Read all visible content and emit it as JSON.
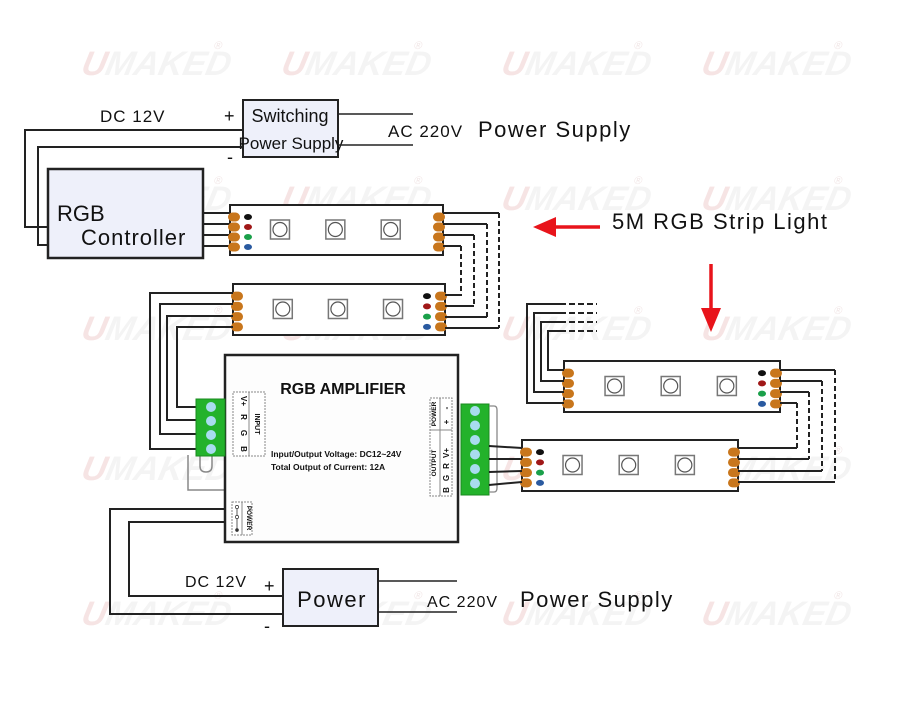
{
  "watermark": {
    "text": "UMAKED",
    "letter": "U",
    "rest": "MAKED",
    "reg": "®"
  },
  "switching_supply": {
    "line1": "Switching",
    "line2": "Power Supply",
    "dc_label": "DC 12V",
    "plus": "+",
    "minus": "-",
    "ac_label": "AC 220V",
    "title": "Power Supply"
  },
  "controller": {
    "line1": "RGB",
    "line2": "Controller"
  },
  "strip_label": {
    "text": "5M RGB Strip Light"
  },
  "amplifier": {
    "title": "RGB AMPLIFIER",
    "spec1": "Input/Output Voltage: DC12~24V",
    "spec2": "Total Output of Current: 12A",
    "input_label": "INPUT",
    "input_pins": [
      "V+",
      "R",
      "G",
      "B"
    ],
    "output_label": "OUTPUT",
    "output_pins": [
      "V+",
      "R",
      "G",
      "B"
    ],
    "power_label": "POWER",
    "power_pins": [
      "+",
      "-"
    ],
    "dc_power_label": "POWER"
  },
  "bottom_supply": {
    "box": "Power",
    "dc_label": "DC 12V",
    "plus": "+",
    "minus": "-",
    "ac_label": "AC 220V",
    "title": "Power Supply"
  },
  "colors": {
    "wire": "#222222",
    "arrow": "#e8141b",
    "solder": "#c8761c",
    "terminal_green": "#23b22b",
    "terminal_hole": "#a9dcef",
    "box_fill": "#eef0fa",
    "dot_black": "#111111",
    "dot_red": "#a01818",
    "dot_green": "#1aa04a",
    "dot_blue": "#2a5aa0"
  }
}
